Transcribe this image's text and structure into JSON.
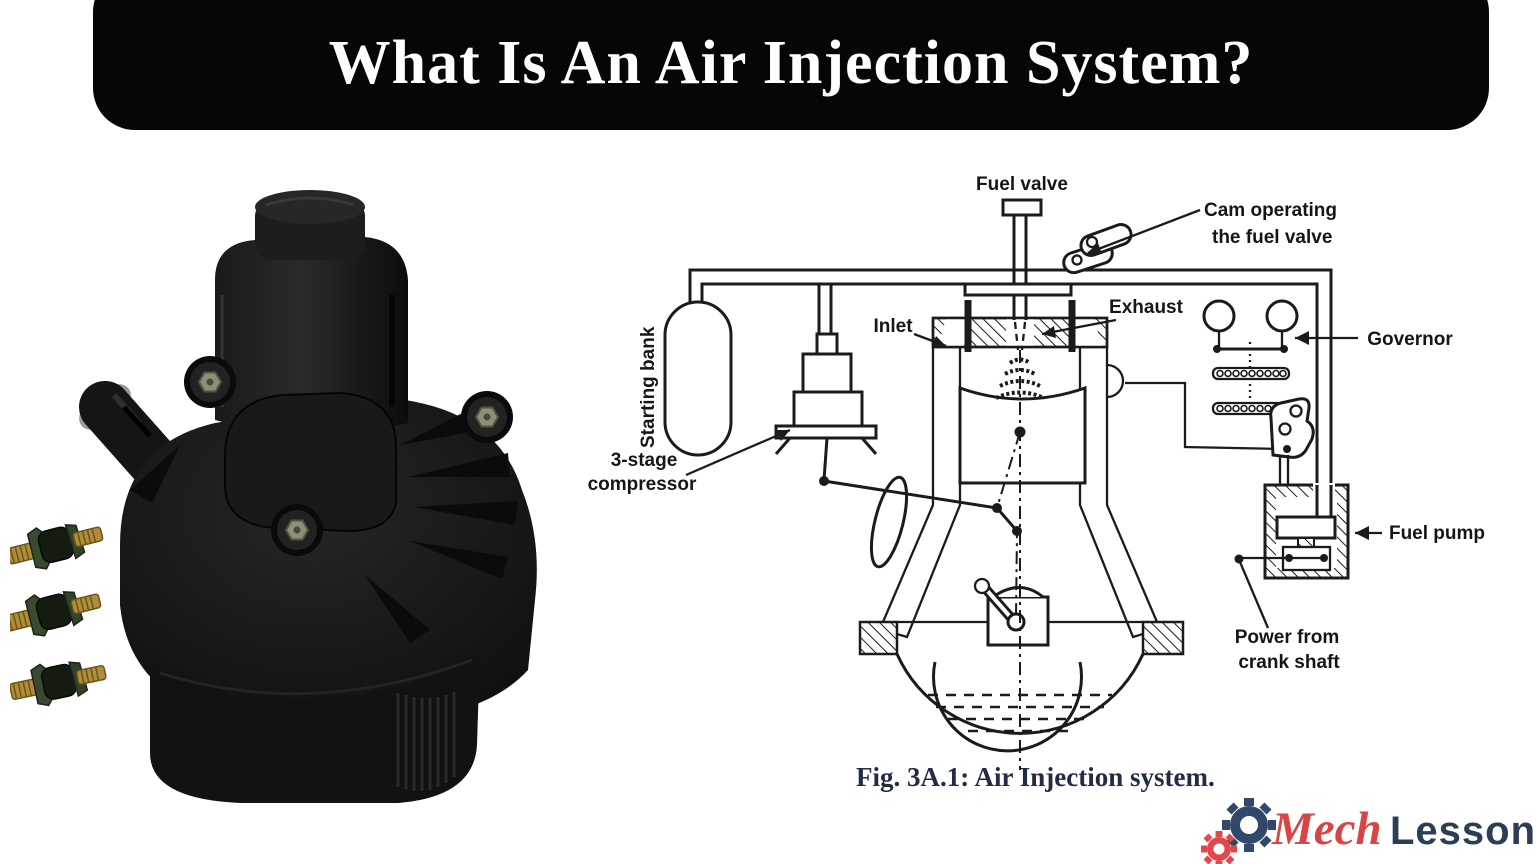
{
  "banner": {
    "title": "What Is An Air Injection System?",
    "bg_color": "#060606",
    "text_color": "#ffffff"
  },
  "photo": {
    "colors": {
      "pump_body": "#161616",
      "hose_cap": "#9a9a9a",
      "mount_stud": "#b08d3b",
      "mount_rubber": "#141c12"
    }
  },
  "diagram": {
    "labels": {
      "fuel_valve": "Fuel valve",
      "cam_line1": "Cam operating",
      "cam_line2": "the fuel valve",
      "starting_bank": "Starting bank",
      "inlet": "Inlet",
      "exhaust": "Exhaust",
      "governor": "Governor",
      "compressor_line1": "3-stage",
      "compressor_line2": "compressor",
      "fuel_pump": "Fuel pump",
      "power_line1": "Power from",
      "power_line2": "crank shaft"
    },
    "caption": "Fig. 3A.1: Air Injection system.",
    "line_color": "#1b1b1b",
    "caption_color": "#232c45"
  },
  "logo": {
    "part1": "Mech",
    "part2": "Lesson",
    "part1_color": "#d94446",
    "part2_color": "#2c3e55",
    "gear_large_color": "#31486b",
    "gear_small_color": "#e2474b"
  }
}
